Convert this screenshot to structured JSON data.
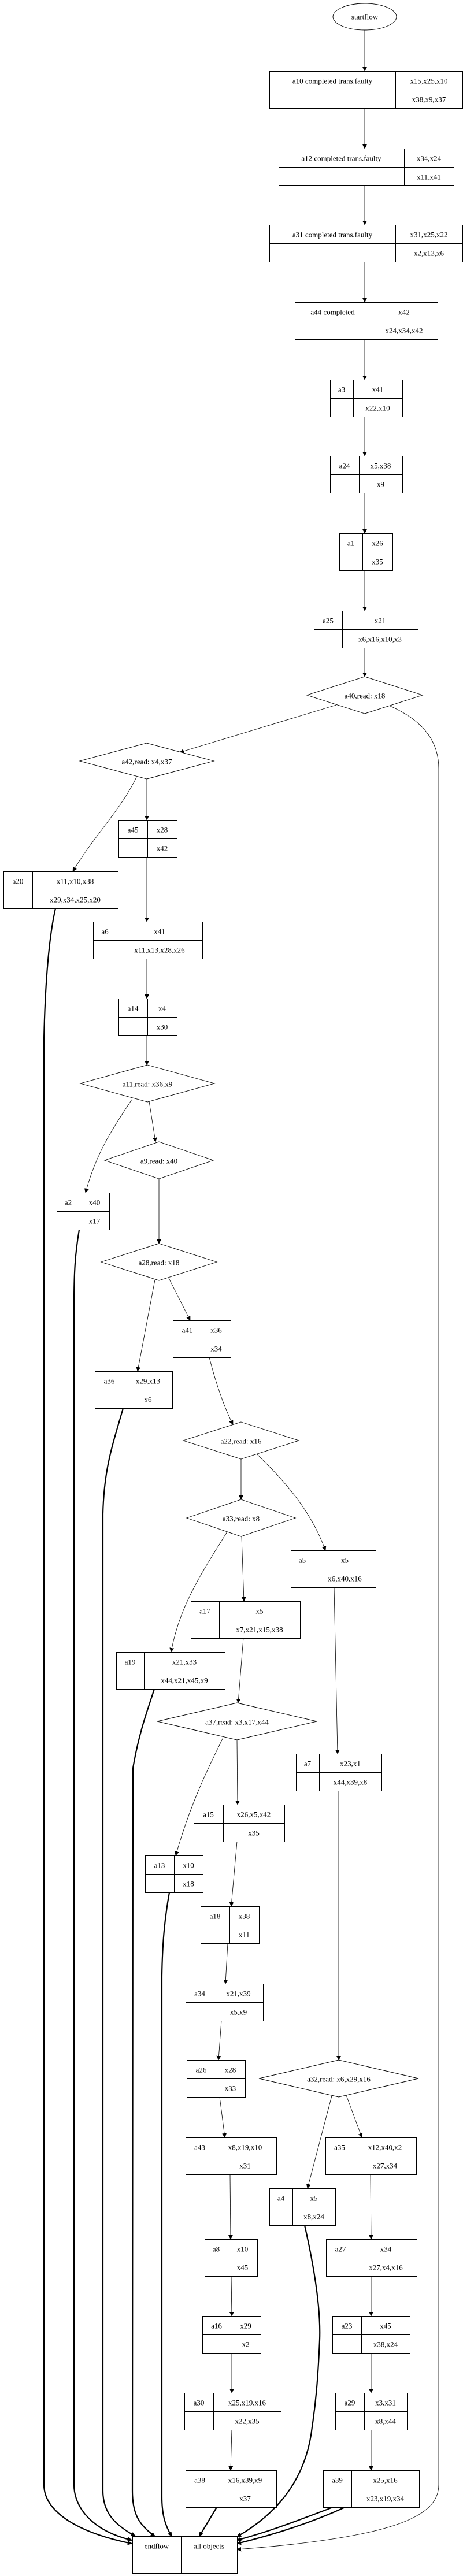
{
  "diagram": {
    "type": "flowchart",
    "start": {
      "id": "startflow",
      "label": "startflow",
      "shape": "ellipse"
    },
    "end": {
      "id": "endflow",
      "label": "endflow",
      "value_top": "all objects",
      "value_bottom": ""
    },
    "records": [
      {
        "id": "a10",
        "label": "a10 completed trans.faulty",
        "top": "x15,x25,x10",
        "bottom": "x38,x9,x37"
      },
      {
        "id": "a12",
        "label": "a12 completed trans.faulty",
        "top": "x34,x24",
        "bottom": "x11,x41"
      },
      {
        "id": "a31",
        "label": "a31 completed trans.faulty",
        "top": "x31,x25,x22",
        "bottom": "x2,x13,x6"
      },
      {
        "id": "a44",
        "label": "a44 completed",
        "top": "x42",
        "bottom": "x24,x34,x42"
      },
      {
        "id": "a3",
        "label": "a3",
        "top": "x41",
        "bottom": "x22,x10"
      },
      {
        "id": "a24",
        "label": "a24",
        "top": "x5,x38",
        "bottom": "x9"
      },
      {
        "id": "a1",
        "label": "a1",
        "top": "x26",
        "bottom": "x35"
      },
      {
        "id": "a25",
        "label": "a25",
        "top": "x21",
        "bottom": "x6,x16,x10,x3"
      },
      {
        "id": "a45",
        "label": "a45",
        "top": "x28",
        "bottom": "x42"
      },
      {
        "id": "a20",
        "label": "a20",
        "top": "x11,x10,x38",
        "bottom": "x29,x34,x25,x20"
      },
      {
        "id": "a6",
        "label": "a6",
        "top": "x41",
        "bottom": "x11,x13,x28,x26"
      },
      {
        "id": "a14",
        "label": "a14",
        "top": "x4",
        "bottom": "x30"
      },
      {
        "id": "a2",
        "label": "a2",
        "top": "x40",
        "bottom": "x17"
      },
      {
        "id": "a41",
        "label": "a41",
        "top": "x36",
        "bottom": "x34"
      },
      {
        "id": "a36",
        "label": "a36",
        "top": "x29,x13",
        "bottom": "x6"
      },
      {
        "id": "a5",
        "label": "a5",
        "top": "x5",
        "bottom": "x6,x40,x16"
      },
      {
        "id": "a17",
        "label": "a17",
        "top": "x5",
        "bottom": "x7,x21,x15,x38"
      },
      {
        "id": "a19",
        "label": "a19",
        "top": "x21,x33",
        "bottom": "x44,x21,x45,x9"
      },
      {
        "id": "a7",
        "label": "a7",
        "top": "x23,x1",
        "bottom": "x44,x39,x8"
      },
      {
        "id": "a15",
        "label": "a15",
        "top": "x26,x5,x42",
        "bottom": "x35"
      },
      {
        "id": "a13",
        "label": "a13",
        "top": "x10",
        "bottom": "x18"
      },
      {
        "id": "a18",
        "label": "a18",
        "top": "x38",
        "bottom": "x11"
      },
      {
        "id": "a34",
        "label": "a34",
        "top": "x21,x39",
        "bottom": "x5,x9"
      },
      {
        "id": "a26",
        "label": "a26",
        "top": "x28",
        "bottom": "x33"
      },
      {
        "id": "a43",
        "label": "a43",
        "top": "x8,x19,x10",
        "bottom": "x31"
      },
      {
        "id": "a35",
        "label": "a35",
        "top": "x12,x40,x2",
        "bottom": "x27,x34"
      },
      {
        "id": "a4",
        "label": "a4",
        "top": "x5",
        "bottom": "x8,x24"
      },
      {
        "id": "a8",
        "label": "a8",
        "top": "x10",
        "bottom": "x45"
      },
      {
        "id": "a27",
        "label": "a27",
        "top": "x34",
        "bottom": "x27,x4,x16"
      },
      {
        "id": "a16",
        "label": "a16",
        "top": "x29",
        "bottom": "x2"
      },
      {
        "id": "a23",
        "label": "a23",
        "top": "x45",
        "bottom": "x38,x24"
      },
      {
        "id": "a30",
        "label": "a30",
        "top": "x25,x19,x16",
        "bottom": "x22,x35"
      },
      {
        "id": "a29",
        "label": "a29",
        "top": "x3,x31",
        "bottom": "x8,x44"
      },
      {
        "id": "a38",
        "label": "a38",
        "top": "x16,x39,x9",
        "bottom": "x37"
      },
      {
        "id": "a39",
        "label": "a39",
        "top": "x25,x16",
        "bottom": "x23,x19,x34"
      }
    ],
    "decisions": [
      {
        "id": "a40",
        "label": "a40,read: x18"
      },
      {
        "id": "a42",
        "label": "a42,read: x4,x37"
      },
      {
        "id": "a11",
        "label": "a11,read: x36,x9"
      },
      {
        "id": "a9",
        "label": "a9,read: x40"
      },
      {
        "id": "a28",
        "label": "a28,read: x18"
      },
      {
        "id": "a22",
        "label": "a22,read: x16"
      },
      {
        "id": "a33",
        "label": "a33,read: x8"
      },
      {
        "id": "a37",
        "label": "a37,read: x3,x17,x44"
      },
      {
        "id": "a32",
        "label": "a32,read: x6,x29,x16"
      }
    ],
    "edges": [
      {
        "from": "startflow",
        "to": "a10",
        "style": "normal"
      },
      {
        "from": "a10",
        "to": "a12",
        "style": "normal"
      },
      {
        "from": "a12",
        "to": "a31",
        "style": "normal"
      },
      {
        "from": "a31",
        "to": "a44",
        "style": "normal"
      },
      {
        "from": "a44",
        "to": "a3",
        "style": "normal"
      },
      {
        "from": "a3",
        "to": "a24",
        "style": "normal"
      },
      {
        "from": "a24",
        "to": "a1",
        "style": "normal"
      },
      {
        "from": "a1",
        "to": "a25",
        "style": "normal"
      },
      {
        "from": "a25",
        "to": "a40",
        "style": "normal"
      },
      {
        "from": "a40",
        "to": "a42",
        "style": "normal"
      },
      {
        "from": "a40",
        "to": "endflow",
        "style": "normal"
      },
      {
        "from": "a42",
        "to": "a20",
        "style": "normal"
      },
      {
        "from": "a42",
        "to": "a45",
        "style": "normal"
      },
      {
        "from": "a45",
        "to": "a6",
        "style": "normal"
      },
      {
        "from": "a6",
        "to": "a14",
        "style": "normal"
      },
      {
        "from": "a14",
        "to": "a11",
        "style": "normal"
      },
      {
        "from": "a11",
        "to": "a2",
        "style": "normal"
      },
      {
        "from": "a11",
        "to": "a9",
        "style": "normal"
      },
      {
        "from": "a9",
        "to": "a28",
        "style": "normal"
      },
      {
        "from": "a28",
        "to": "a36",
        "style": "normal"
      },
      {
        "from": "a28",
        "to": "a41",
        "style": "normal"
      },
      {
        "from": "a41",
        "to": "a22",
        "style": "normal"
      },
      {
        "from": "a22",
        "to": "a33",
        "style": "normal"
      },
      {
        "from": "a22",
        "to": "a5",
        "style": "normal"
      },
      {
        "from": "a33",
        "to": "a19",
        "style": "normal"
      },
      {
        "from": "a33",
        "to": "a17",
        "style": "normal"
      },
      {
        "from": "a17",
        "to": "a37",
        "style": "normal"
      },
      {
        "from": "a5",
        "to": "a7",
        "style": "normal"
      },
      {
        "from": "a37",
        "to": "a13",
        "style": "normal"
      },
      {
        "from": "a37",
        "to": "a15",
        "style": "normal"
      },
      {
        "from": "a15",
        "to": "a18",
        "style": "normal"
      },
      {
        "from": "a18",
        "to": "a34",
        "style": "normal"
      },
      {
        "from": "a34",
        "to": "a26",
        "style": "normal"
      },
      {
        "from": "a26",
        "to": "a43",
        "style": "normal"
      },
      {
        "from": "a43",
        "to": "a8",
        "style": "normal"
      },
      {
        "from": "a8",
        "to": "a16",
        "style": "normal"
      },
      {
        "from": "a16",
        "to": "a30",
        "style": "normal"
      },
      {
        "from": "a30",
        "to": "a38",
        "style": "normal"
      },
      {
        "from": "a7",
        "to": "a32",
        "style": "normal"
      },
      {
        "from": "a32",
        "to": "a4",
        "style": "normal"
      },
      {
        "from": "a32",
        "to": "a35",
        "style": "normal"
      },
      {
        "from": "a35",
        "to": "a27",
        "style": "normal"
      },
      {
        "from": "a27",
        "to": "a23",
        "style": "normal"
      },
      {
        "from": "a23",
        "to": "a29",
        "style": "normal"
      },
      {
        "from": "a29",
        "to": "a39",
        "style": "normal"
      },
      {
        "from": "a20",
        "to": "endflow",
        "style": "bold"
      },
      {
        "from": "a2",
        "to": "endflow",
        "style": "bold"
      },
      {
        "from": "a36",
        "to": "endflow",
        "style": "bold"
      },
      {
        "from": "a19",
        "to": "endflow",
        "style": "bold"
      },
      {
        "from": "a13",
        "to": "endflow",
        "style": "bold"
      },
      {
        "from": "a38",
        "to": "endflow",
        "style": "bold"
      },
      {
        "from": "a4",
        "to": "endflow",
        "style": "bold"
      },
      {
        "from": "a39",
        "to": "endflow",
        "style": "bold"
      },
      {
        "from": "a39",
        "to": "endflow",
        "style": "bold"
      }
    ]
  }
}
